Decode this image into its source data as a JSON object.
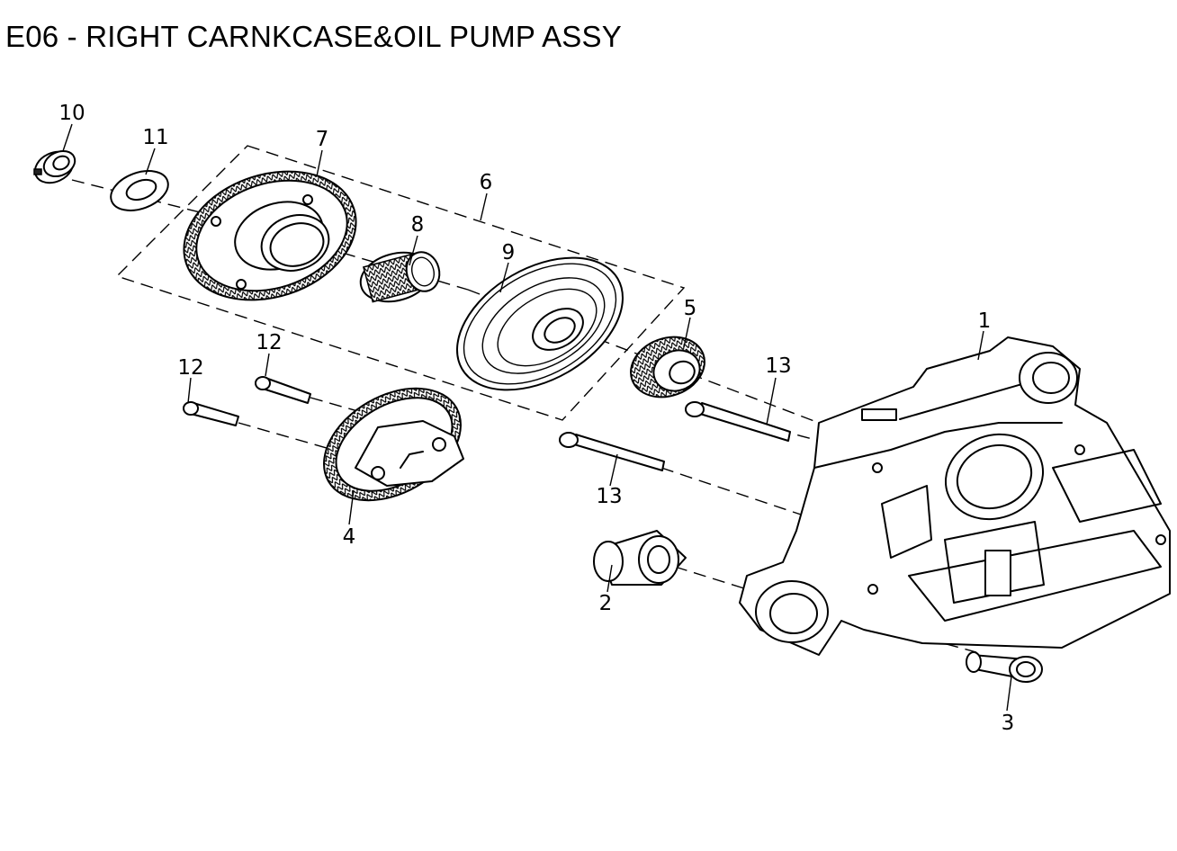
{
  "title": "E06 - RIGHT CARNKCASE&OIL PUMP ASSY",
  "callouts": {
    "c1": "1",
    "c2": "2",
    "c3": "3",
    "c4": "4",
    "c5": "5",
    "c6": "6",
    "c7": "7",
    "c8": "8",
    "c9": "9",
    "c10": "10",
    "c11": "11",
    "c12a": "12",
    "c12b": "12",
    "c13a": "13",
    "c13b": "13"
  }
}
